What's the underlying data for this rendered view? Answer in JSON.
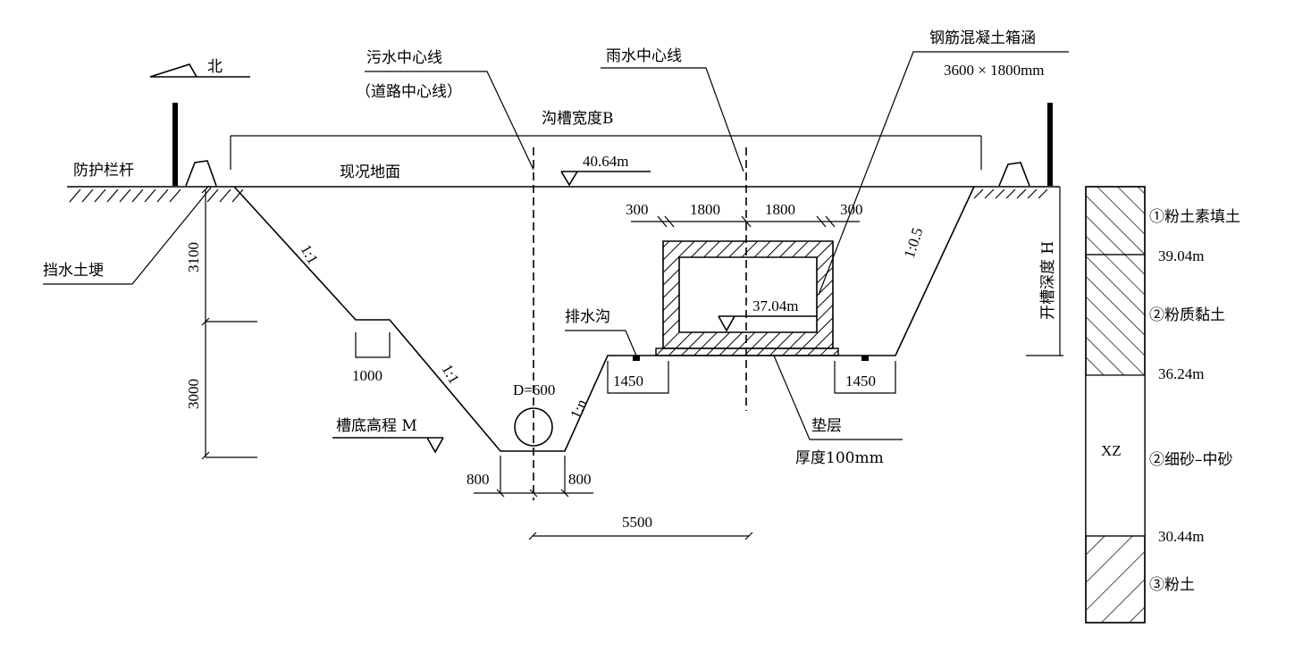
{
  "labels": {
    "north": "北",
    "sewage_centerline": "污水中心线",
    "road_centerline": "（道路中心线）",
    "rain_centerline": "雨水中心线",
    "box_culvert_name": "钢筋混凝土箱涵",
    "box_culvert_size": "3600 × 1800mm",
    "trench_width": "沟槽宽度B",
    "ground_elevation": "40.64m",
    "guardrail": "防护栏杆",
    "existing_ground": "现况地面",
    "water_berm": "挡水土埂",
    "slope_upper_left": "1:1",
    "slope_lower_left": "1:1",
    "slope_right": "1:0.5",
    "slope_pipe": "1:n",
    "drain_ditch": "排水沟",
    "culvert_bottom_elev": "37.04m",
    "cushion": "垫层",
    "cushion_thickness": "厚度100mm",
    "trench_bottom": "槽底高程 M",
    "pipe_dia": "D=600",
    "trench_depth": "开槽深度 H"
  },
  "dimensions": {
    "d300_left": "300",
    "d1800_left": "1800",
    "d1800_right": "1800",
    "d300_right": "300",
    "d3100": "3100",
    "d3000": "3000",
    "d1000": "1000",
    "d1450_left": "1450",
    "d1450_right": "1450",
    "d800_left": "800",
    "d800_right": "800",
    "d5500": "5500"
  },
  "soil_column": {
    "layers": [
      {
        "name": "①粉土素填土",
        "bottom_elevation": "39.04m"
      },
      {
        "name": "②粉质黏土",
        "bottom_elevation": "36.24m"
      },
      {
        "name": "②细砂–中砂",
        "code": "XZ",
        "bottom_elevation": "30.44m"
      },
      {
        "name": "③粉土"
      }
    ]
  }
}
